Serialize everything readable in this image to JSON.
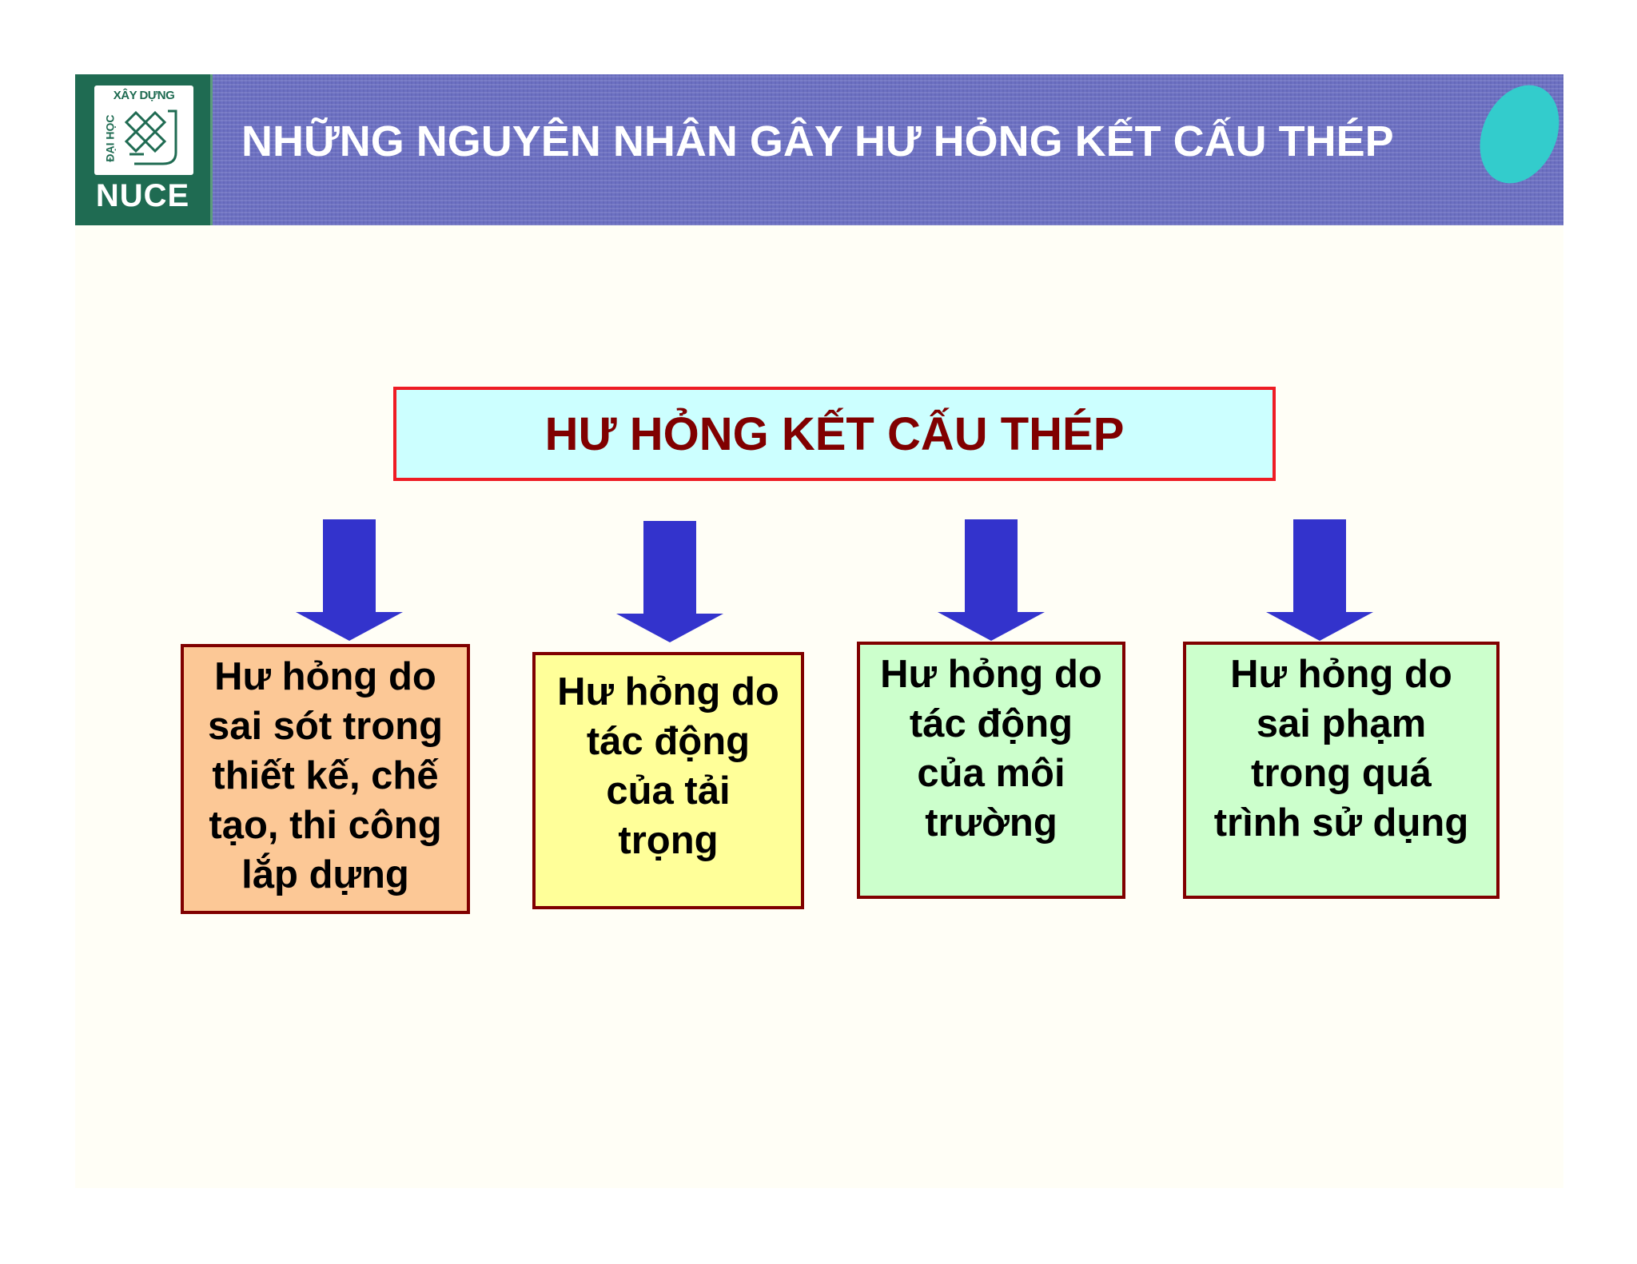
{
  "header": {
    "logo": {
      "top_text": "XÂY DỰNG",
      "side_text": "ĐẠI HỌC",
      "name": "NUCE"
    },
    "title": "NHỮNG NGUYÊN NHÂN GÂY HƯ HỎNG KẾT CẤU THÉP"
  },
  "diagram": {
    "root": "HƯ HỎNG KẾT CẤU THÉP",
    "causes": [
      {
        "lines": [
          "Hư hỏng do",
          "sai sót trong",
          "thiết kế, chế",
          "tạo, thi công",
          "lắp dựng"
        ],
        "fill": "#fcc896"
      },
      {
        "lines": [
          "Hư hỏng do",
          "tác động",
          "của tải",
          "trọng"
        ],
        "fill": "#ffff99"
      },
      {
        "lines": [
          "Hư hỏng do",
          "tác động",
          "của môi",
          "trường"
        ],
        "fill": "#ccffcc"
      },
      {
        "lines": [
          "Hư hỏng do",
          "sai phạm",
          "trong quá",
          "trình sử dụng"
        ],
        "fill": "#ccffcc"
      }
    ]
  },
  "colors": {
    "header_bg": "#6c70c2",
    "logo_bg": "#1f6b52",
    "root_fill": "#ccffff",
    "root_border": "#ee1c24",
    "root_text": "#800000",
    "box_border": "#800000",
    "arrow": "#3333cc",
    "oval": "#33cccc"
  }
}
